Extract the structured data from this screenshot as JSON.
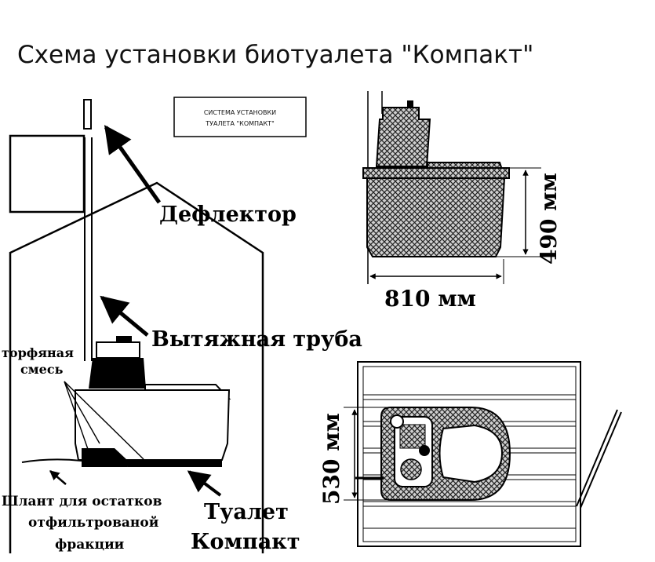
{
  "title": "Схема установки биотуалета \"Компакт\"",
  "box_caption": {
    "line1": "СИСТЕМА УСТАНОВКИ",
    "line2": "ТУАЛЕТА \"КОМПАКТ\""
  },
  "labels": {
    "deflector": "Дефлектор",
    "exhaust_pipe": "Вытяжная труба",
    "peat_line1": "торфяная",
    "peat_line2": "смесь",
    "hose_line1": "Шлант для остатков",
    "hose_line2": "отфильтрованой",
    "hose_line3": "фракции",
    "toilet_line1": "Туалет",
    "toilet_line2": "Компакт"
  },
  "dimensions": {
    "width": "810 мм",
    "height": "490 мм",
    "depth": "530 мм"
  }
}
